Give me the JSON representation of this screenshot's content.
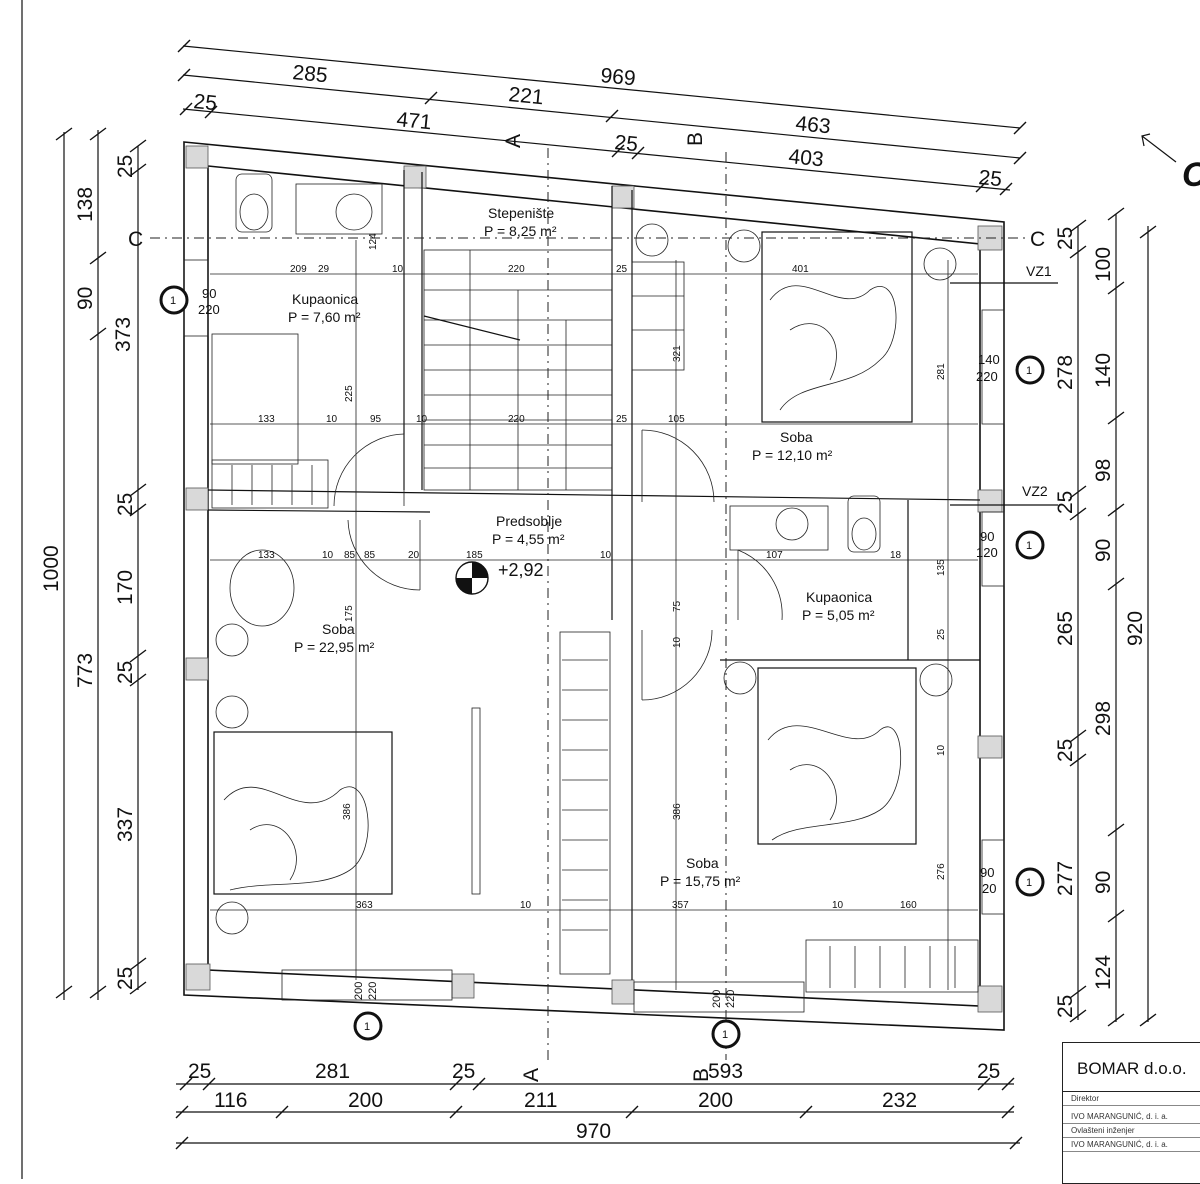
{
  "top_dims": {
    "row1": [
      "969"
    ],
    "row2": [
      "285",
      "221",
      "463"
    ],
    "row3": [
      "25",
      "471",
      "25",
      "403",
      "25"
    ]
  },
  "bottom_dims": {
    "row1": [
      "25",
      "281",
      "25",
      "593",
      "25"
    ],
    "row2": [
      "116",
      "200",
      "211",
      "200",
      "232"
    ],
    "row3": [
      "970"
    ]
  },
  "left_dims": {
    "outer": "1000",
    "middle": [
      "138",
      "373",
      "773"
    ],
    "inner": [
      "25",
      "90",
      "25",
      "170",
      "25",
      "337",
      "25"
    ]
  },
  "right_dims": {
    "outer": "920",
    "middle": [
      "278",
      "265",
      "298",
      "277"
    ],
    "inner": [
      "25",
      "100",
      "140",
      "98",
      "25",
      "90",
      "25",
      "90",
      "124",
      "25"
    ]
  },
  "section_marks": {
    "a": "A",
    "b": "B",
    "c": "C"
  },
  "rooms": [
    {
      "name": "Stepenište",
      "area": "P = 8,25 m²"
    },
    {
      "name": "Kupaonica",
      "area": "P = 7,60 m²"
    },
    {
      "name": "Soba",
      "area": "P = 12,10 m²"
    },
    {
      "name": "Predsoblje",
      "area": "P = 4,55 m²"
    },
    {
      "name": "Kupaonica",
      "area": "P = 5,05 m²"
    },
    {
      "name": "Soba",
      "area": "P = 22,95 m²"
    },
    {
      "name": "Soba",
      "area": "P = 15,75 m²"
    }
  ],
  "level_mark": "+2,92",
  "wall_labels": {
    "vz1": "VZ1",
    "vz2": "VZ2"
  },
  "window_marks": [
    "1",
    "1",
    "1",
    "1",
    "1",
    "1"
  ],
  "window_sizes": [
    {
      "w": "90",
      "h": "220"
    },
    {
      "w": "140",
      "h": "220"
    },
    {
      "w": "90",
      "h": "120"
    },
    {
      "w": "90",
      "h": "20"
    },
    {
      "w": "200",
      "h": "220"
    },
    {
      "w": "200",
      "h": "220"
    }
  ],
  "inner_dims": [
    "209",
    "29",
    "10",
    "220",
    "25",
    "401",
    "133",
    "10",
    "95",
    "10",
    "220",
    "25",
    "105",
    "124",
    "225",
    "321",
    "281",
    "133",
    "10",
    "85",
    "85",
    "20",
    "185",
    "10",
    "107",
    "18",
    "175",
    "386",
    "386",
    "276",
    "363",
    "10",
    "357",
    "10",
    "160",
    "135",
    "25",
    "10",
    "75",
    "10"
  ],
  "north_letter": "C",
  "title_block": {
    "company": "BOMAR d.o.o.",
    "director_label": "Direktor",
    "director_name": "IVO MARANGUNIĆ, d. i. a.",
    "engineer_label": "Ovlašteni inženjer",
    "engineer_name": "IVO MARANGUNIĆ, d. i. a."
  }
}
